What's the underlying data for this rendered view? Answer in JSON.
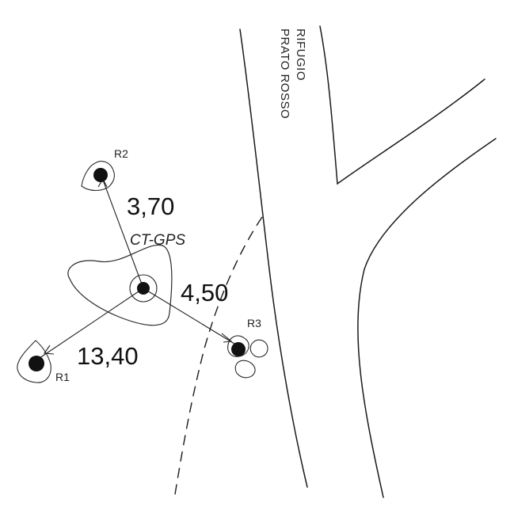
{
  "road_name": {
    "line1": "RIFUGIO",
    "line2": "PRATO ROSSO"
  },
  "center_station": {
    "label": "CT-GPS"
  },
  "references": [
    {
      "id": "R1",
      "label": "R1",
      "distance": "13,40"
    },
    {
      "id": "R2",
      "label": "R2",
      "distance": "3,70"
    },
    {
      "id": "R3",
      "label": "R3",
      "distance": "4,50"
    }
  ]
}
